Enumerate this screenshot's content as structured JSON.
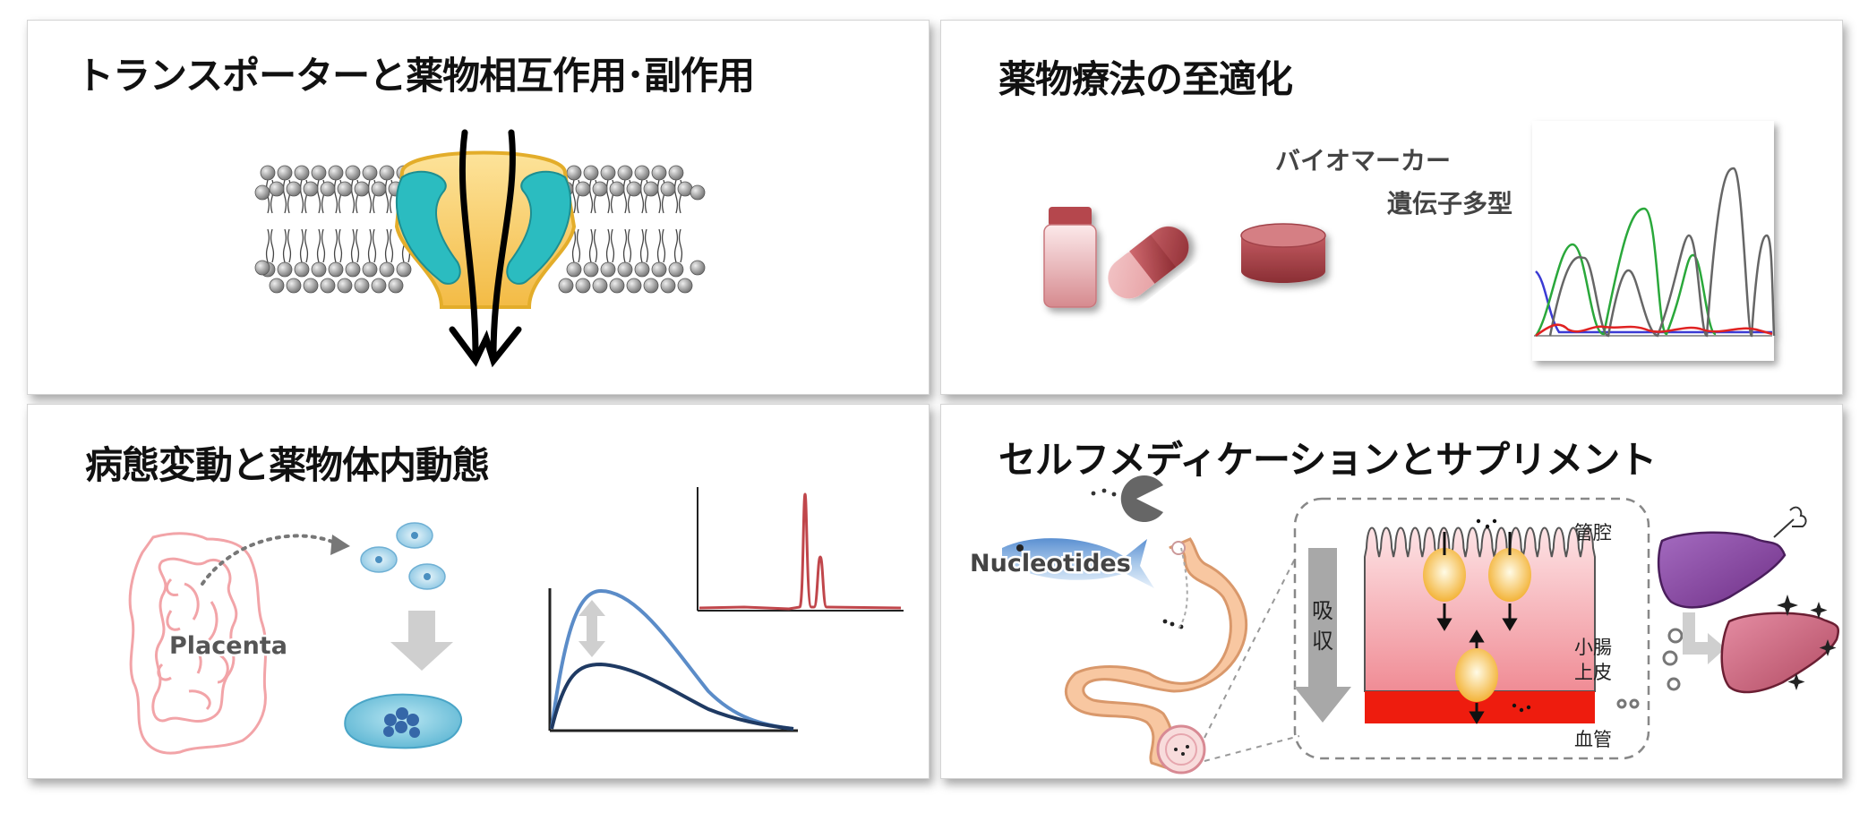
{
  "panels": {
    "transporter": {
      "title": "トランスポーターと薬物相互作用･副作用"
    },
    "pharmacotherapy": {
      "title": "薬物療法の至適化",
      "biomarker": "バイオマーカー",
      "polymorphism": "遺伝子多型"
    },
    "pathology": {
      "title": "病態変動と薬物体内動態",
      "placenta": "Placenta"
    },
    "selfmedication": {
      "title": "セルフメディケーションとサプリメント",
      "nucleotides": "Nucleotides",
      "lumen": "管腔",
      "absorption": [
        "吸",
        "収"
      ],
      "epithelium": [
        "小腸",
        "上皮"
      ],
      "blood_vessel": "血管"
    }
  },
  "colors": {
    "accent_red": "#b5474d",
    "teal": "#2bbcc0",
    "channel_yellow": "#f8c75b",
    "blood_red": "#ee1c0e",
    "liver_purple": "#8d4aa0",
    "liver_pink": "#c86478"
  }
}
